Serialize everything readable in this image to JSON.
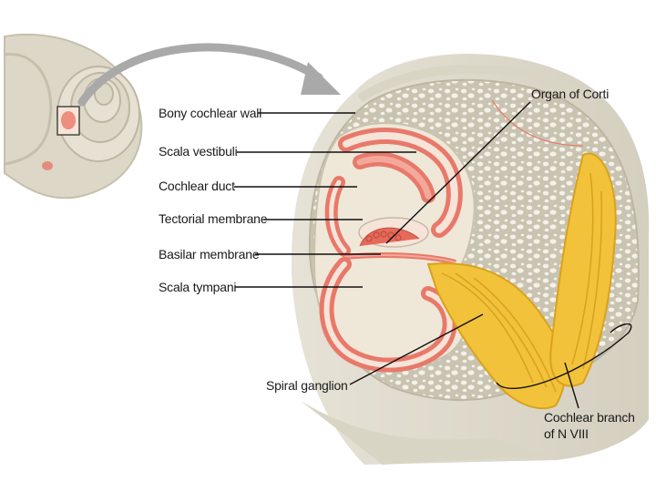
{
  "labels": {
    "bony_cochlear_wall": "Bony cochlear wall",
    "scala_vestibuli": "Scala vestibuli",
    "cochlear_duct": "Cochlear duct",
    "tectorial_membrane": "Tectorial membrane",
    "basilar_membrane": "Basilar membrane",
    "scala_tympani": "Scala tympani",
    "spiral_ganglion": "Spiral ganglion",
    "organ_of_corti": "Organ of Corti",
    "cochlear_branch_line1": "Cochlear branch",
    "cochlear_branch_line2": "of N VIII"
  },
  "colors": {
    "bone": "#d9d5c5",
    "bone_dark": "#bdb6a2",
    "pink_wall": "#e8796a",
    "pink_light": "#f3a89b",
    "duct_fill": "#f7e4d8",
    "nerve": "#f2c23a",
    "nerve_dark": "#d9a21c",
    "leader": "#111111"
  }
}
